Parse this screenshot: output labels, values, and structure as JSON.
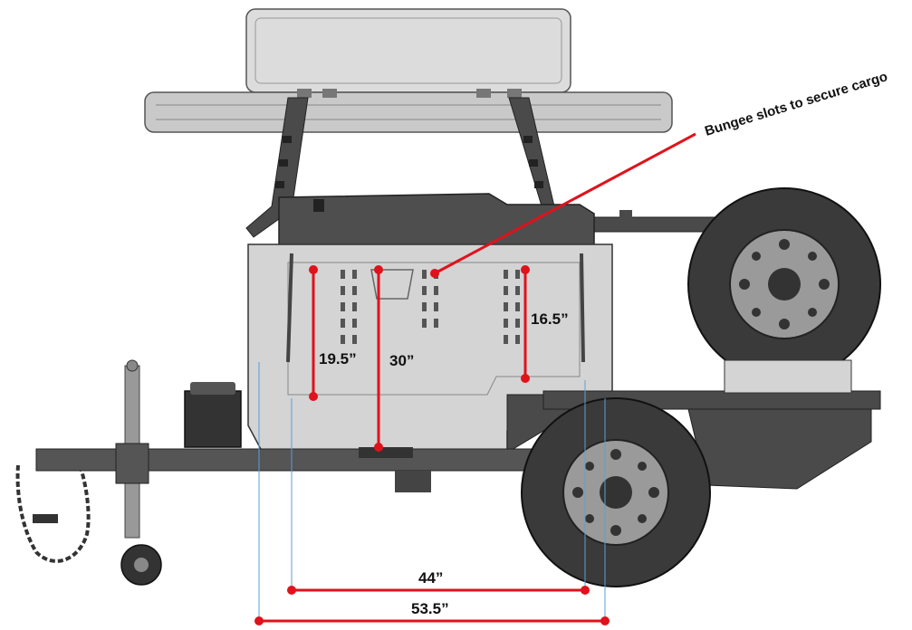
{
  "callout": {
    "text": "Bungee slots to secure cargo"
  },
  "dimensions": {
    "vertical_left": "19.5”",
    "vertical_center": "30”",
    "vertical_right": "16.5”",
    "horizontal_inner": "44”",
    "horizontal_outer": "53.5”"
  },
  "colors": {
    "dimension_line": "#e0121b",
    "reference_line": "#5aa0d6",
    "body_fill": "#d4d4d4",
    "dark_metal": "#4a4a4a",
    "tire": "#3a3a3a",
    "outline": "#2a2a2a"
  }
}
